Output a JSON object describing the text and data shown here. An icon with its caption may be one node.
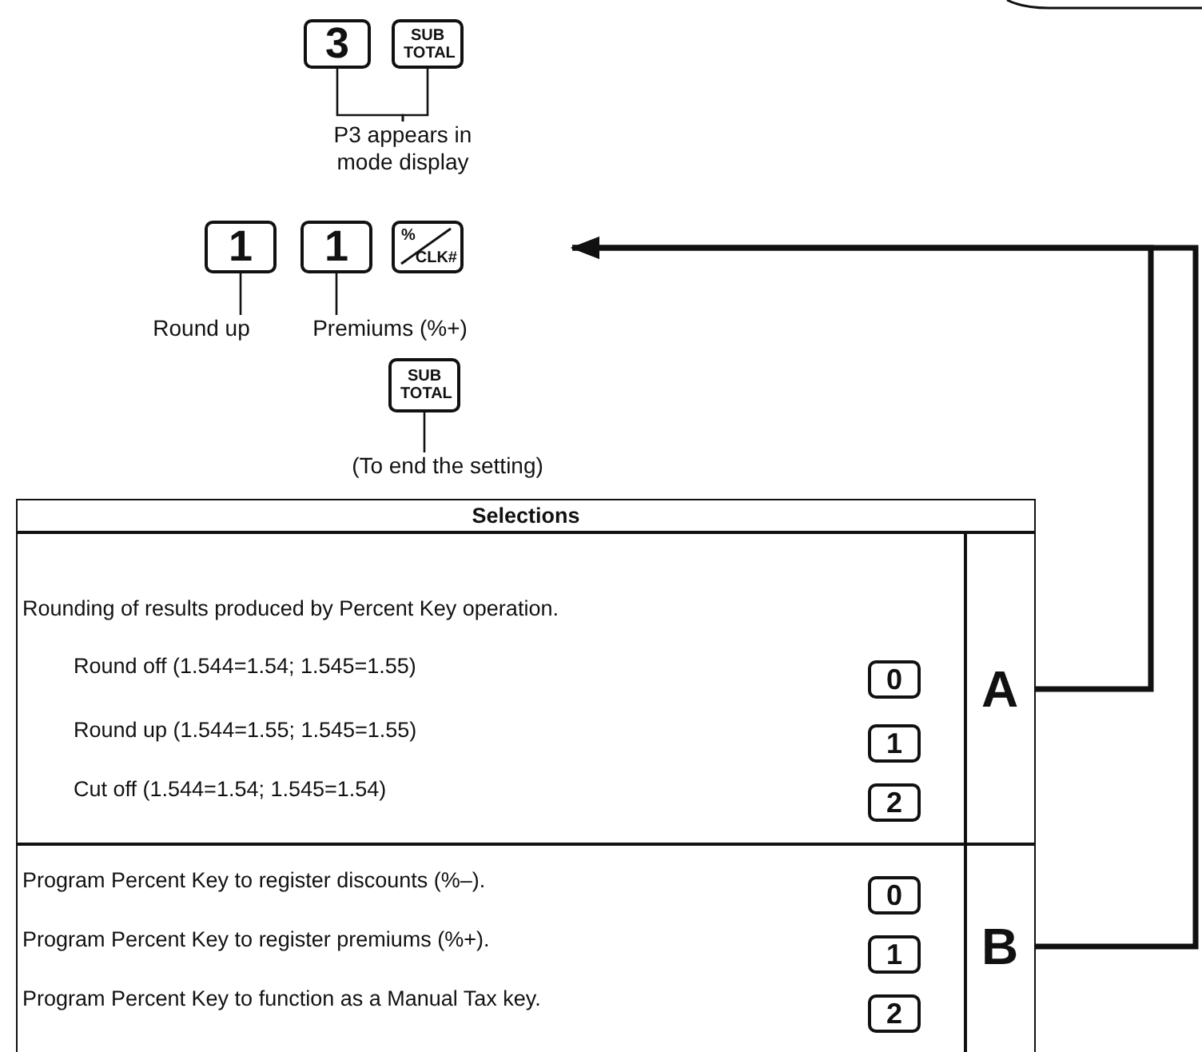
{
  "diagram": {
    "nodes": [
      {
        "text": [
          "3"
        ]
      },
      {
        "text": [
          "SUB TOTAL"
        ]
      },
      {
        "text": [
          "P3 appears in mode display"
        ]
      },
      {
        "text": [
          "1"
        ]
      },
      {
        "text": [
          "1"
        ]
      },
      {
        "text": [
          "%",
          "CLK#"
        ]
      },
      {
        "text": [
          "Round up"
        ]
      },
      {
        "text": [
          "Premiums (%+)"
        ]
      },
      {
        "text": [
          "SUB TOTAL"
        ]
      },
      {
        "text": [
          "(To end the setting)"
        ]
      },
      {
        "text": [
          "0"
        ]
      },
      {
        "text": [
          "1"
        ]
      },
      {
        "text": [
          "2"
        ]
      },
      {
        "text": [
          "A"
        ]
      },
      {
        "text": [
          "0"
        ]
      },
      {
        "text": [
          "1"
        ]
      },
      {
        "text": [
          "2"
        ]
      },
      {
        "text": [
          "B"
        ]
      }
    ],
    "edges": [
      {
        "from": 2,
        "to": 0,
        "arrow": "none"
      },
      {
        "from": 2,
        "to": 1,
        "arrow": "none"
      },
      {
        "from": 6,
        "to": 3,
        "arrow": "none"
      },
      {
        "from": 7,
        "to": 4,
        "arrow": "none"
      },
      {
        "from": 9,
        "to": 8,
        "arrow": "none"
      },
      {
        "from": 13,
        "to": null,
        "arrow": "to",
        "style": "thick"
      },
      {
        "from": 17,
        "to": null,
        "arrow": "to",
        "style": "thick"
      }
    ],
    "labels": [
      "Selections",
      "Rounding of results produced by Percent Key operation.",
      "Round off (1.544=1.54; 1.545=1.55)",
      "Round up (1.544=1.55; 1.545=1.55)",
      "Cut off (1.544=1.54; 1.545=1.54)",
      "Program Percent Key to register discounts (%–).",
      "Program Percent Key to register premiums (%+).",
      "Program Percent Key to function as a Manual Tax key."
    ]
  }
}
